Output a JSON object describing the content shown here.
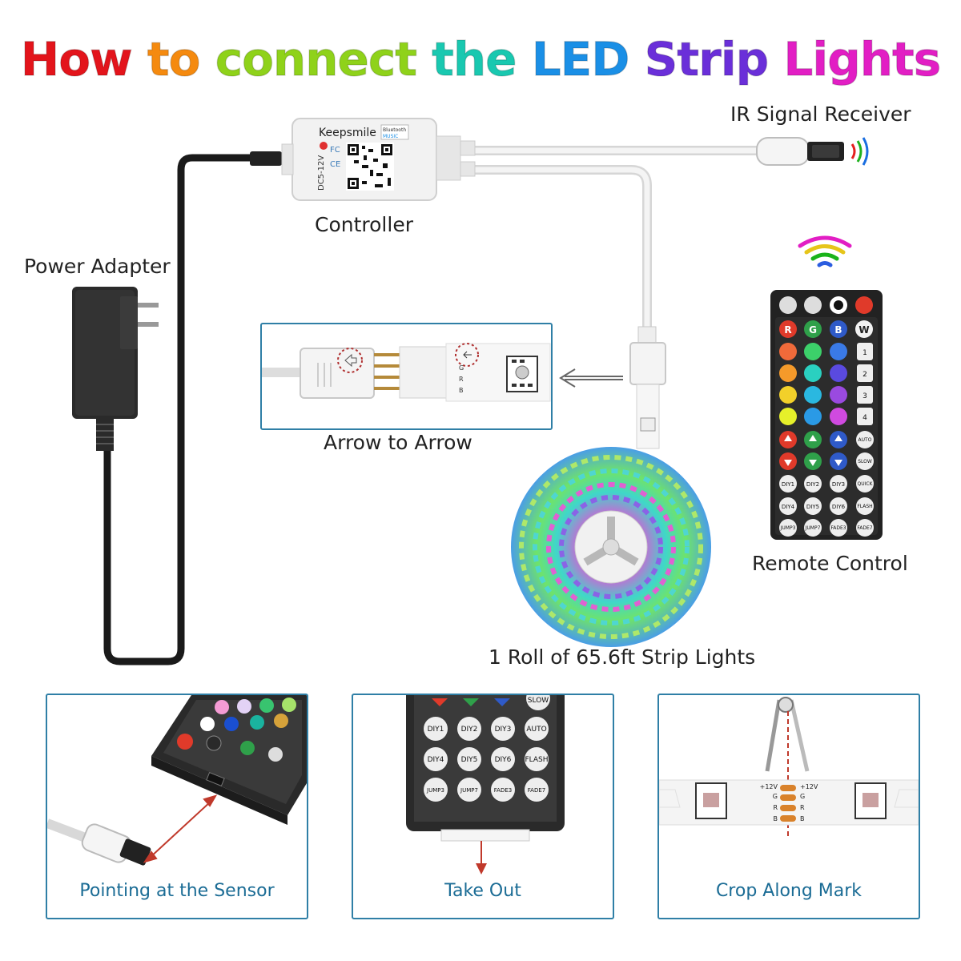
{
  "title": {
    "words": [
      {
        "text": "How",
        "color": "#e3141b"
      },
      {
        "text": "to",
        "color": "#f58a0f"
      },
      {
        "text": "connect",
        "color": "#8fd21a"
      },
      {
        "text": "the",
        "color": "#19c8b0"
      },
      {
        "text": "LED",
        "color": "#1a8fe6"
      },
      {
        "text": "Strip",
        "color": "#6a2fd9"
      },
      {
        "text": "Lights",
        "color": "#e21ec4"
      }
    ]
  },
  "labels": {
    "ir_receiver": "IR Signal Receiver",
    "controller": "Controller",
    "power_adapter": "Power Adapter",
    "arrow_to_arrow_a": "Arrow",
    "arrow_to_arrow_b": "to Arrow",
    "remote_control": "Remote Control",
    "strip_roll": "1 Roll of 65.6ft Strip Lights"
  },
  "controller": {
    "brand": "Keepsmile",
    "badge_top": "Bluetooth",
    "badge_bottom": "MUSIC",
    "voltage": "DC5-12V",
    "fc": "FC",
    "ce": "CE"
  },
  "connector": {
    "pin_g": "G",
    "pin_r": "R",
    "pin_b": "B"
  },
  "remote": {
    "rgbw": [
      "R",
      "G",
      "B",
      "W"
    ],
    "music": [
      "1",
      "2",
      "3",
      "4"
    ],
    "side_buttons": [
      "AUTO",
      "SLOW",
      "QUICK",
      "FLASH",
      "FADE7"
    ],
    "diy": [
      "DIY1",
      "DIY2",
      "DIY3",
      "DIY4",
      "DIY5",
      "DIY6"
    ],
    "bottom": [
      "JUMP3",
      "JUMP7",
      "FADE3"
    ]
  },
  "panels": [
    {
      "caption": "Pointing at the Sensor"
    },
    {
      "caption": "Take Out"
    },
    {
      "caption": "Crop Along Mark"
    }
  ],
  "panel2_remote": {
    "top_label": "SLOW",
    "rows": [
      [
        "DIY1",
        "DIY2",
        "DIY3",
        "AUTO"
      ],
      [
        "DIY4",
        "DIY5",
        "DIY6",
        "FLASH"
      ],
      [
        "JUMP3",
        "JUMP7",
        "FADE3",
        "FADE7"
      ]
    ]
  },
  "panel3_strip": {
    "left_marks": [
      "+12V",
      "G",
      "R",
      "B"
    ],
    "right_marks": [
      "+12V",
      "G",
      "R",
      "B"
    ]
  },
  "colors": {
    "panel_border": "#2f7fa6",
    "caption": "#1b6c95",
    "cable_black": "#1a1a1a",
    "cable_white": "#e8e8e8"
  }
}
